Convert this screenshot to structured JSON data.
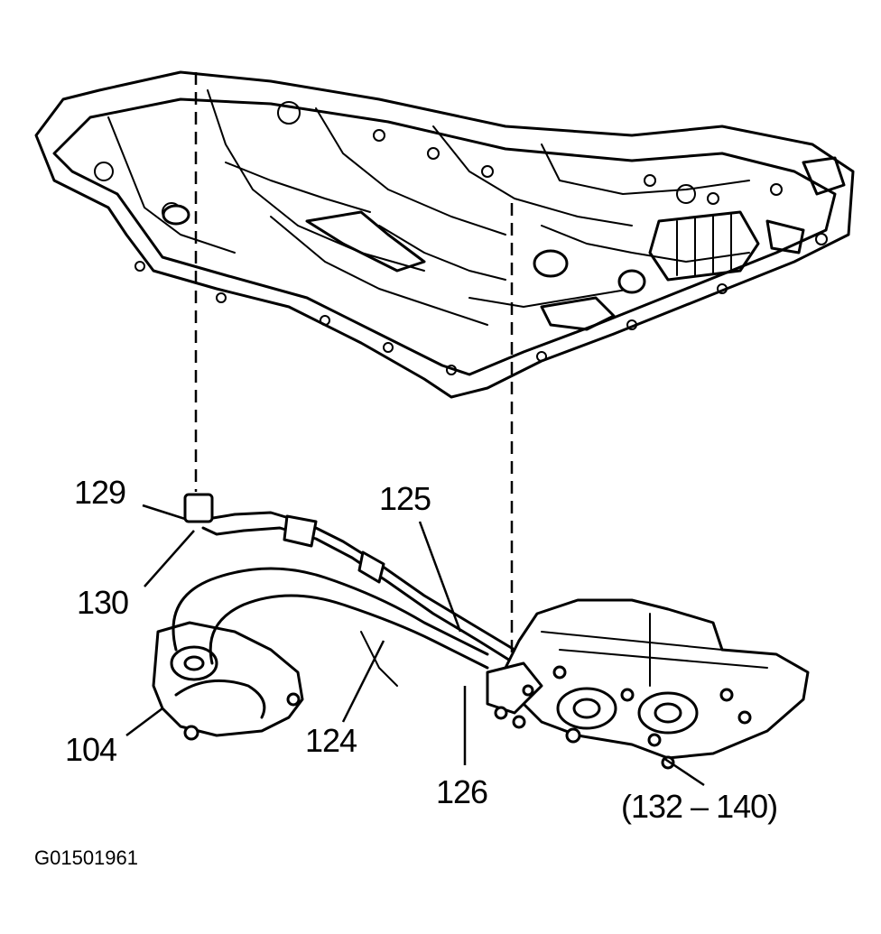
{
  "callouts": {
    "part_129": "129",
    "part_130": "130",
    "part_125": "125",
    "part_104": "104",
    "part_124": "124",
    "part_126": "126",
    "part_132_140": "(132 – 140)"
  },
  "figure_code": "G01501961"
}
